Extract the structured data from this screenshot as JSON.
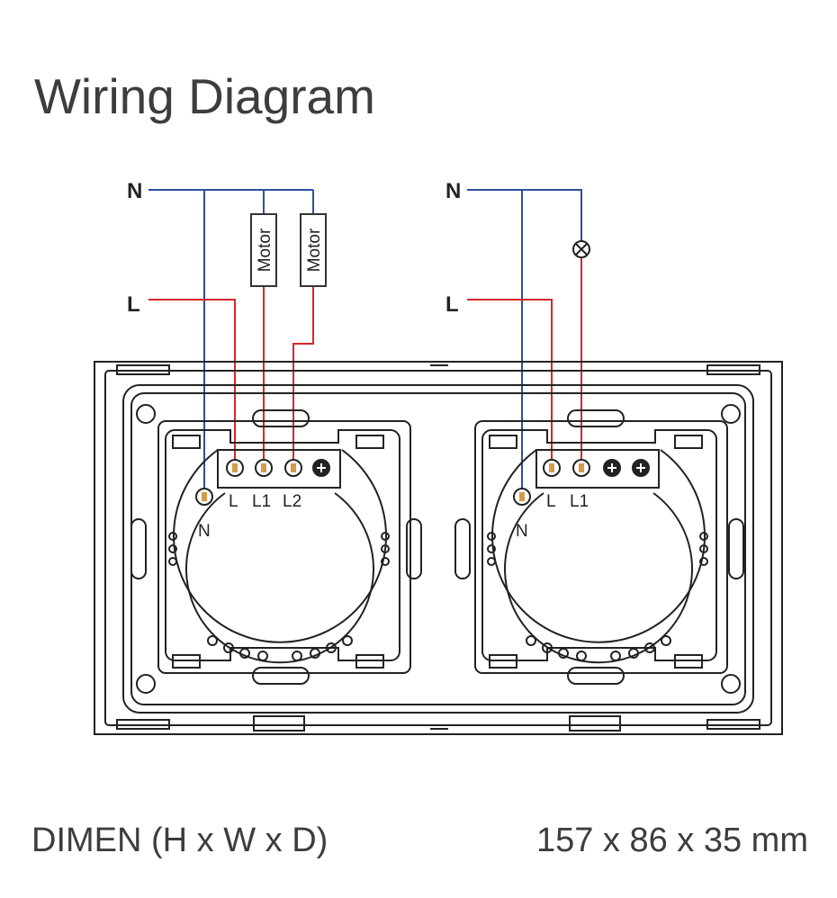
{
  "title": "Wiring Diagram",
  "wire_labels": {
    "neutral": "N",
    "live": "L"
  },
  "load_labels": {
    "motor": "Motor"
  },
  "left_module": {
    "terminals": {
      "n": "N",
      "l": "L",
      "l1": "L1",
      "l2": "L2"
    }
  },
  "right_module": {
    "terminals": {
      "n": "N",
      "l": "L",
      "l1": "L1"
    }
  },
  "dimensions": {
    "label": "DIMEN (H x W x D)",
    "value": "157 x 86 x 35 mm"
  },
  "colors": {
    "neutral_wire": "#2c4f9e",
    "live_wire": "#d6262b",
    "outline": "#222222",
    "terminal_screw": "#d69a4a",
    "text": "#3d3d3d"
  }
}
